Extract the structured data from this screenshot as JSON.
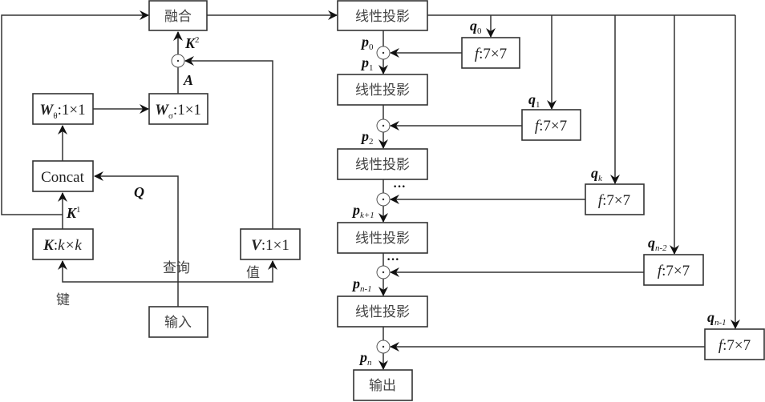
{
  "left": {
    "fusion": "融合",
    "w_theta": {
      "sym": "W",
      "sub": "θ",
      "rest": ":1×1"
    },
    "w_sigma": {
      "sym": "W",
      "sub": "σ",
      "rest": ":1×1"
    },
    "concat": "Concat",
    "key_box": {
      "sym": "K",
      "rest_sep": ":",
      "rest": "k×k"
    },
    "value_box": {
      "sym": "V",
      "rest": ":1×1"
    },
    "input": "输入",
    "labels": {
      "k2": {
        "sym": "K",
        "sup": "2"
      },
      "a": "A",
      "k1": {
        "sym": "K",
        "sup": "1"
      },
      "q": "Q",
      "query": "查询",
      "key": "键",
      "value": "值"
    }
  },
  "right": {
    "proj_label": "线性投影",
    "f_label": {
      "sym": "f",
      "rest": ":7×7"
    },
    "output": "输出",
    "projections": 5,
    "p_labels": [
      {
        "sym": "p",
        "sub": "0"
      },
      {
        "sym": "p",
        "sub": "1"
      },
      {
        "sym": "p",
        "sub": "2"
      },
      {
        "sym": "p",
        "sub": "k+1"
      },
      {
        "sym": "p",
        "sub": "n-1"
      },
      {
        "sym": "p",
        "sub": "n"
      }
    ],
    "q_labels": [
      {
        "sym": "q",
        "sub": "0"
      },
      {
        "sym": "q",
        "sub": "1"
      },
      {
        "sym": "q",
        "sub": "k"
      },
      {
        "sym": "q",
        "sub": "n-2"
      },
      {
        "sym": "q",
        "sub": "n-1"
      }
    ],
    "ellipsis": "···"
  }
}
